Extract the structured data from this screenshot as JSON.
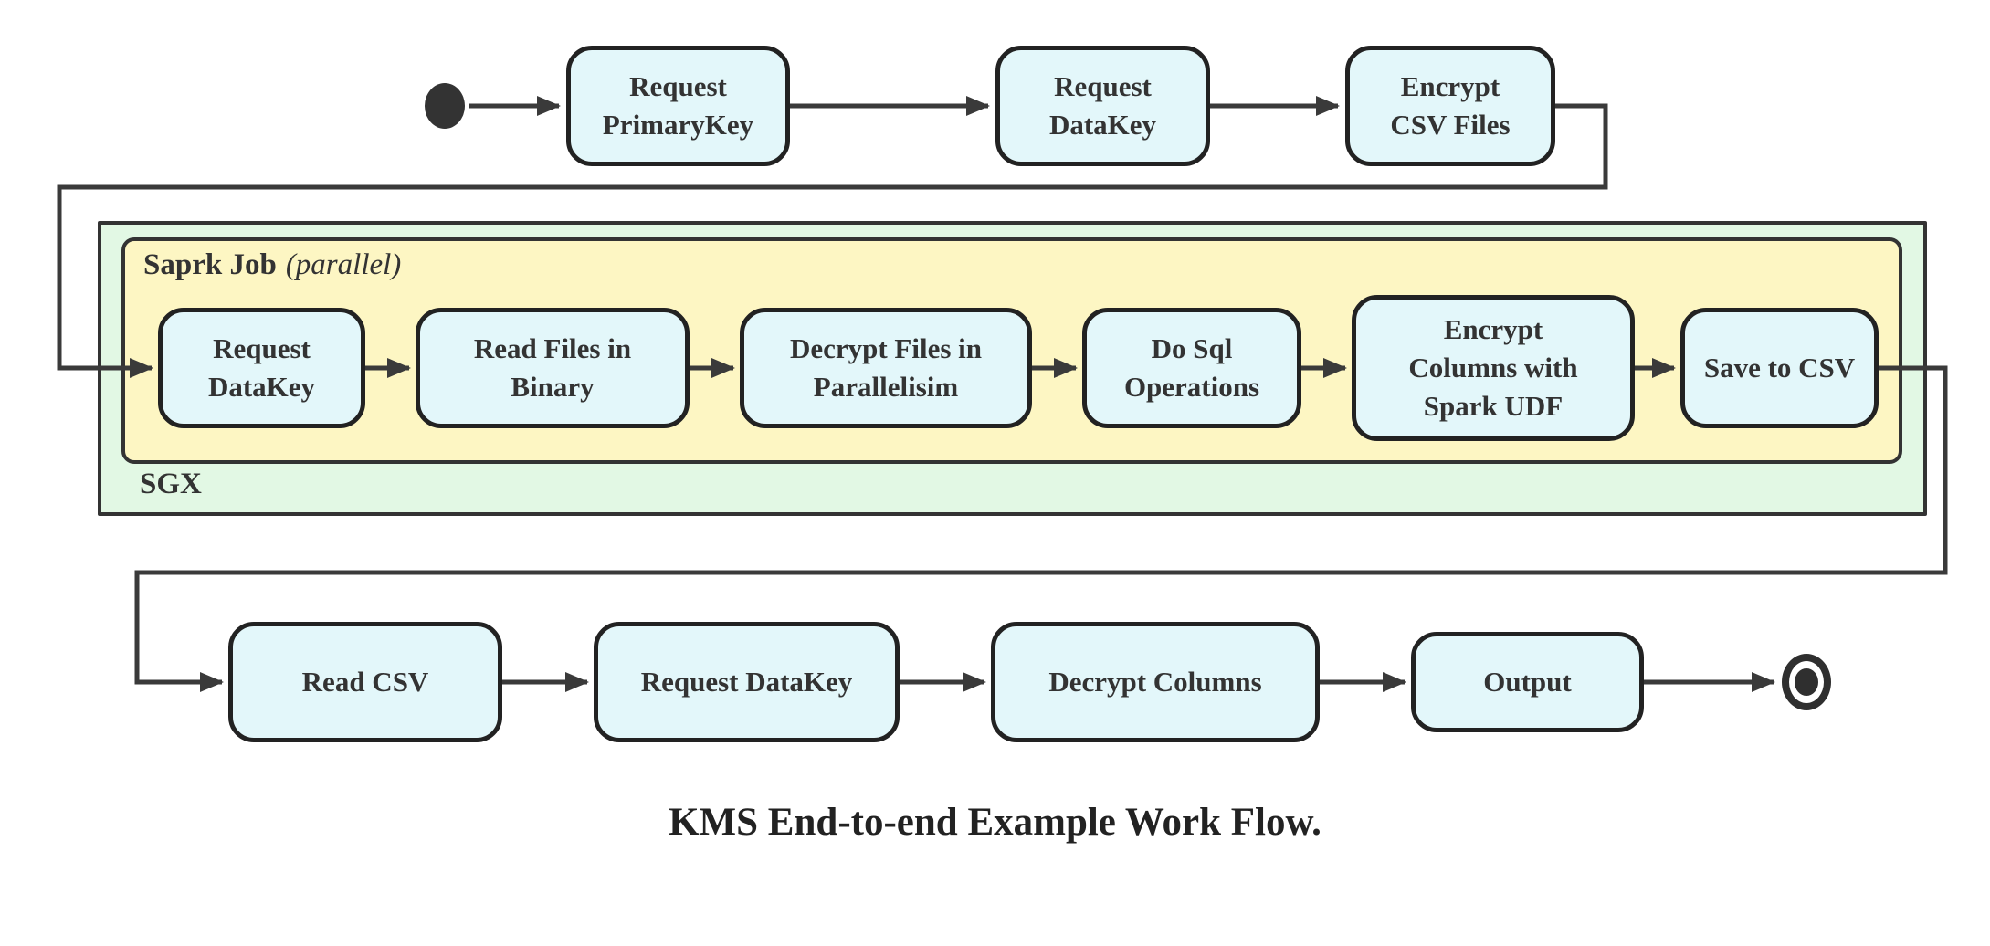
{
  "diagram": {
    "caption": "KMS End-to-end Example Work Flow.",
    "containers": {
      "sgx_label": "SGX",
      "spark_label": "Saprk Job",
      "spark_annotation": "(parallel)"
    },
    "rows": {
      "top": [
        "Request PrimaryKey",
        "Request DataKey",
        "Encrypt CSV Files"
      ],
      "middle": [
        "Request DataKey",
        "Read Files in Binary",
        "Decrypt Files in Parallelisim",
        "Do Sql Operations",
        "Encrypt Columns with Spark UDF",
        "Save to CSV"
      ],
      "bottom": [
        "Read CSV",
        "Request DataKey",
        "Decrypt Columns",
        "Output"
      ]
    },
    "markers": {
      "start": "initial-state",
      "end": "final-state"
    },
    "colors": {
      "node_fill": "#e3f7fa",
      "spark_fill": "#fdf6c3",
      "sgx_fill": "#e2f8e4",
      "border": "#222222",
      "edge": "#3a3a3a",
      "text": "#333333"
    }
  }
}
